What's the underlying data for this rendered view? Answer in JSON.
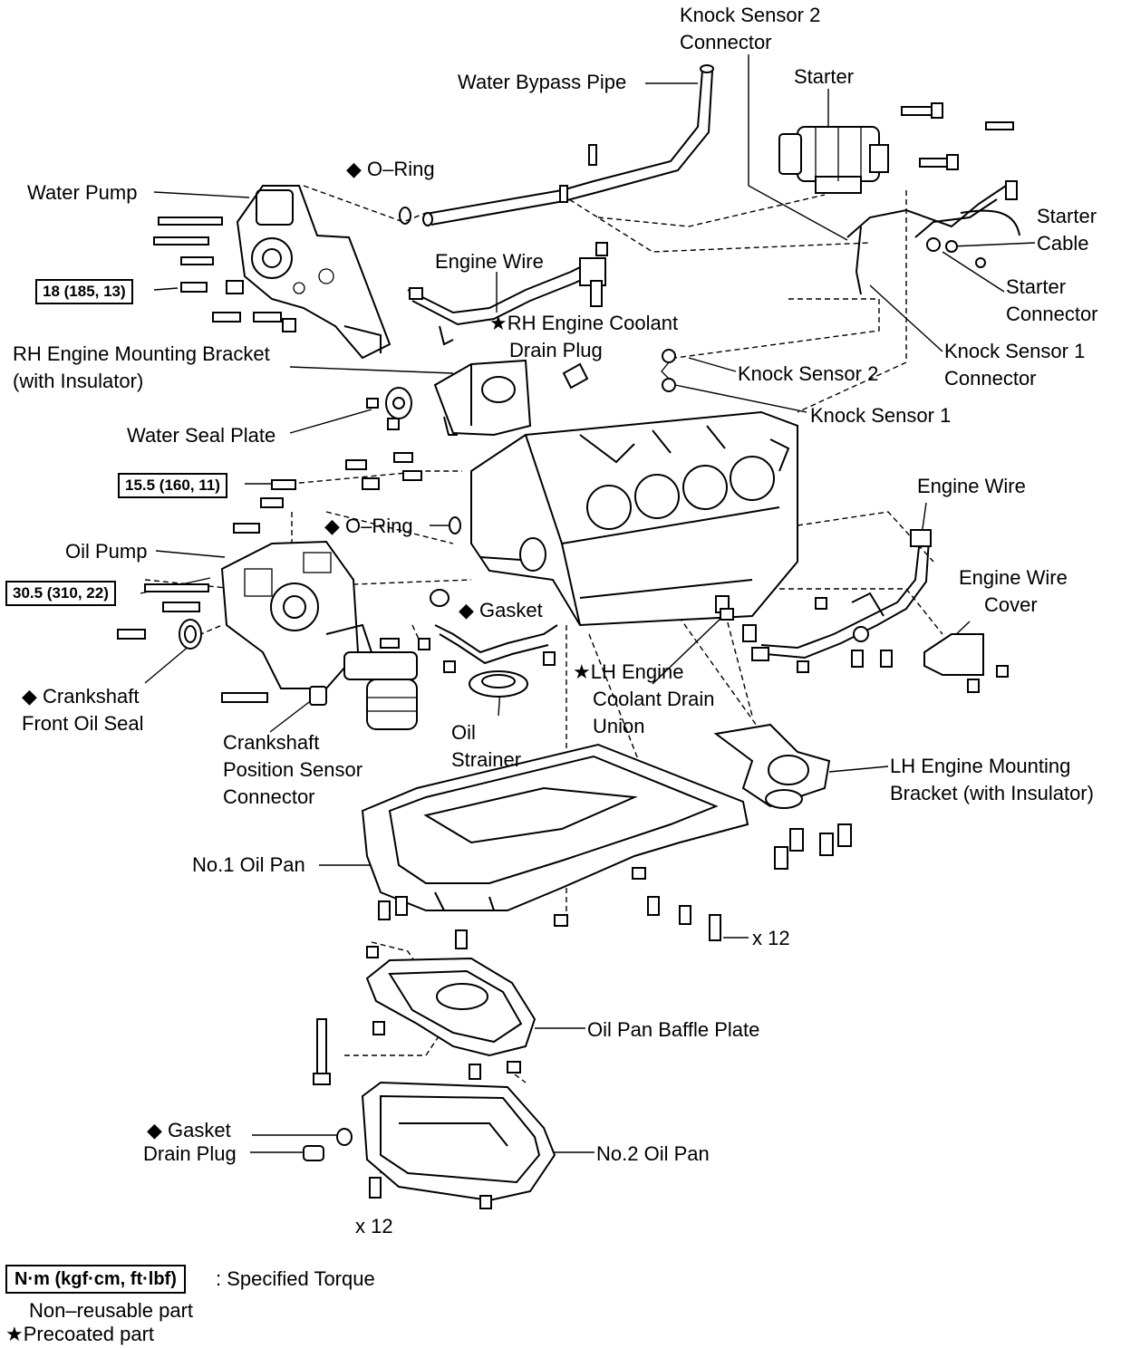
{
  "labels": {
    "knock_sensor_2_connector": [
      "Knock Sensor 2",
      "Connector"
    ],
    "water_bypass_pipe": "Water Bypass Pipe",
    "starter": "Starter",
    "o_ring_top": "O–Ring",
    "water_pump": "Water Pump",
    "starter_cable": [
      "Starter",
      "Cable"
    ],
    "engine_wire_top": "Engine Wire",
    "starter_connector": [
      "Starter",
      "Connector"
    ],
    "rh_coolant_drain_plug": [
      "RH Engine Coolant",
      "Drain Plug"
    ],
    "rh_mounting_bracket": [
      "RH Engine Mounting Bracket",
      "(with Insulator)"
    ],
    "knock_sensor_1_connector": [
      "Knock Sensor 1",
      "Connector"
    ],
    "knock_sensor_2": "Knock Sensor 2",
    "knock_sensor_1": "Knock Sensor 1",
    "water_seal_plate": "Water Seal Plate",
    "engine_wire_right": "Engine Wire",
    "o_ring_mid": "O–Ring",
    "oil_pump": "Oil Pump",
    "engine_wire_cover": [
      "Engine Wire",
      "Cover"
    ],
    "gasket_mid": "Gasket",
    "crankshaft_front_oil_seal": [
      "Crankshaft",
      "Front Oil Seal"
    ],
    "lh_coolant_drain_union": [
      "LH Engine",
      "Coolant Drain",
      "Union"
    ],
    "oil_strainer": [
      "Oil",
      "Strainer"
    ],
    "crankshaft_position_sensor_connector": [
      "Crankshaft",
      "Position Sensor",
      "Connector"
    ],
    "lh_mounting_bracket": [
      "LH Engine Mounting",
      "Bracket (with Insulator)"
    ],
    "no1_oil_pan": "No.1 Oil Pan",
    "x12_upper": "x 12",
    "oil_pan_baffle_plate": "Oil Pan Baffle Plate",
    "gasket_bottom": "Gasket",
    "drain_plug": "Drain Plug",
    "no2_oil_pan": "No.2 Oil Pan",
    "x12_lower": "x 12"
  },
  "torques": {
    "water_pump_bolt": "18 (185, 13)",
    "oil_pump_upper_bolt": "15.5 (160, 11)",
    "oil_pump_lower_bolt": "30.5 (310, 22)"
  },
  "symbols": {
    "non_reusable": "◆",
    "precoated": "★"
  },
  "legend": {
    "torque_unit": "N·m (kgf·cm, ft·lbf)",
    "torque_desc": ": Specified Torque",
    "non_reusable": "Non–reusable part",
    "precoated": "Precoated part"
  }
}
